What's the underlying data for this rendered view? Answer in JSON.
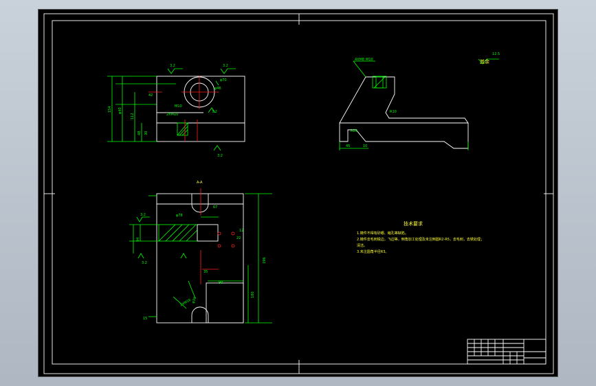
{
  "drawing": {
    "section_label": "A-A",
    "tech_title": "技术要求",
    "tech_notes": [
      "1.铸件不得有砂眼、缩孔等缺陷。",
      "2.铸件去毛刺锐边，飞边等，倒角加工处理及未注倒圆R2-R5，去毛刺，去锈处理；",
      "清洁。",
      "3.未注圆角半径R3。"
    ],
    "rest_label": "其余",
    "roughness_main": "12.5",
    "roughness_marks": [
      "3.2",
      "3.2",
      "3.2",
      "3.2",
      "3.2",
      "3.2"
    ],
    "dims_top_view": [
      "φ70",
      "φ46",
      "42",
      "48",
      "112",
      "154",
      "φ40",
      "2XM10",
      "M10",
      "30"
    ],
    "dims_section": [
      "φ78",
      "67",
      "22",
      "12",
      "15",
      "2XM16",
      "φ30",
      "90",
      "196",
      "35",
      "94",
      "180"
    ],
    "dims_side_view": [
      "4XM8",
      "M10",
      "R20",
      "R10",
      "45",
      "10"
    ]
  },
  "title_block": {
    "rows": 6,
    "cols": 8
  }
}
